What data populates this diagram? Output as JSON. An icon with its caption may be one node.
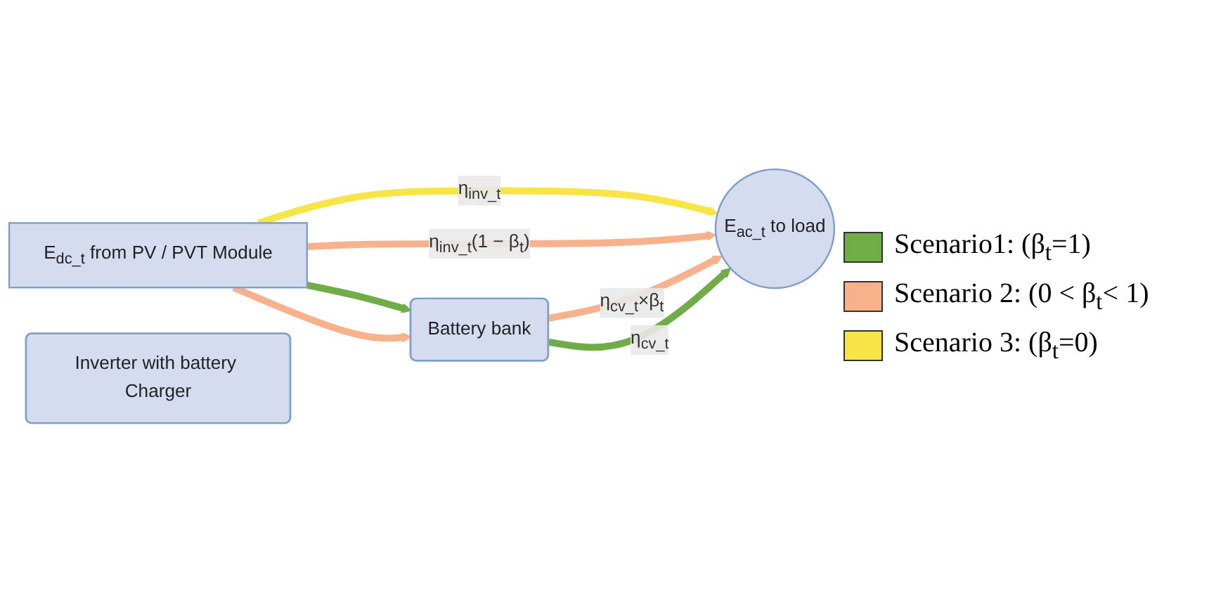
{
  "diagram": {
    "nodes": [
      {
        "text": [
          "E$_{dc_t}$ from PV / PVT Module"
        ]
      },
      {
        "text": [
          "Inverter with battery Charger"
        ]
      },
      {
        "text": [
          "E$_{ac_t}$ to load"
        ]
      },
      {
        "text": [
          "Battery bank"
        ]
      }
    ],
    "edges": [
      {
        "from": 0,
        "to": 2,
        "arrow": "to",
        "label": "η$_{inv_t}$",
        "color": "#f7e445"
      },
      {
        "from": 0,
        "to": 2,
        "arrow": "to",
        "label": "η$_{inv_t}$(1 − β$_{t}$)",
        "color": "#f7b28c"
      },
      {
        "from": 0,
        "to": 3,
        "arrow": "to",
        "color": "#70ad47"
      },
      {
        "from": 0,
        "to": 3,
        "arrow": "to",
        "color": "#f7b28c"
      },
      {
        "from": 3,
        "to": 2,
        "arrow": "to",
        "label": "η$_{cv_t}$×β$_{t}$",
        "color": "#f7b28c"
      },
      {
        "from": 3,
        "to": 2,
        "arrow": "to",
        "label": "η$_{cv_t}$",
        "color": "#70ad47"
      }
    ],
    "legend": [
      {
        "text": "Scenario1: (β$_{t}$=1)",
        "color": "#70ad47"
      },
      {
        "text": "Scenario 2: (0 < β$_{t}$< 1)",
        "color": "#f7b28c"
      },
      {
        "text": "Scenario 3: (β$_{t}$=0)",
        "color": "#f7e445"
      }
    ]
  }
}
